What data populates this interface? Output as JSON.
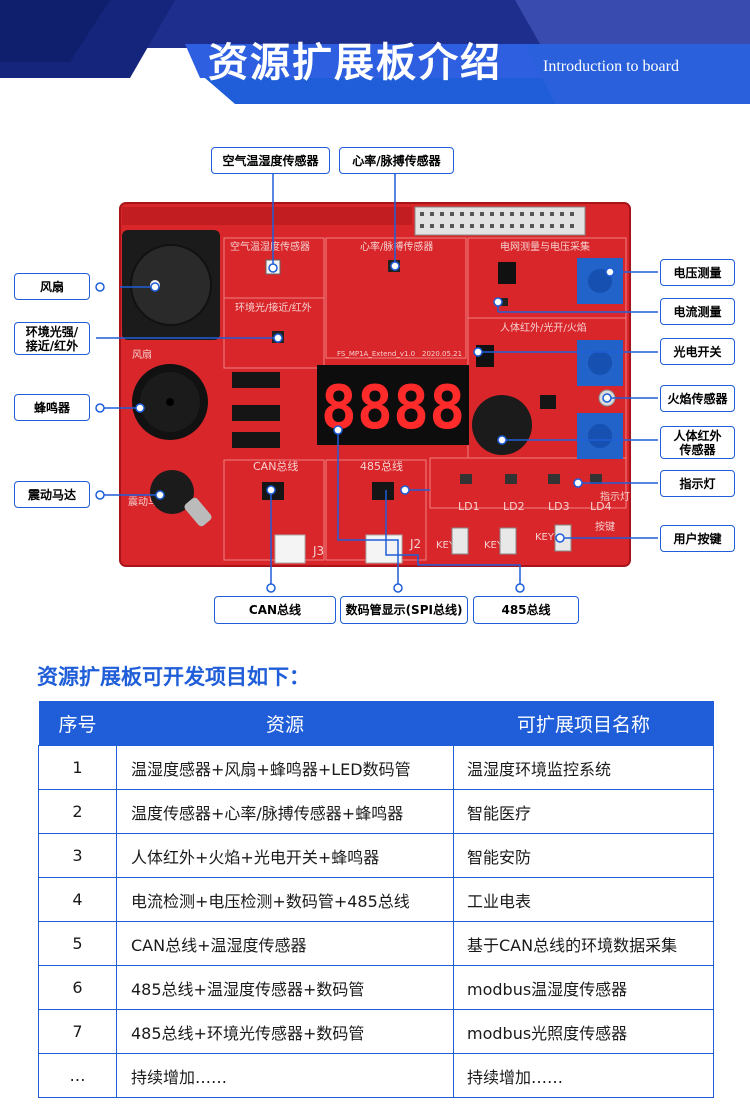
{
  "banner": {
    "title": "资源扩展板介绍",
    "subtitle": "Introduction to board"
  },
  "board": {
    "silk_temp": "空气温湿度传感器",
    "silk_heart": "心率/脉搏传感器",
    "silk_power": "电网测量与电压采集",
    "silk_light": "环境光/接近/红外",
    "silk_pir": "人体红外/光开/火焰",
    "silk_can": "CAN总线",
    "silk_485": "485总线",
    "silk_version": "FS_MP1A_Extend_v1.0",
    "silk_date": "2020.05.21",
    "silk_led1": "LD1",
    "silk_led2": "LD2",
    "silk_led3": "LD3",
    "silk_led4": "LD4",
    "silk_key1": "KEY1",
    "silk_key2": "KEY2",
    "silk_key3": "KEY3",
    "silk_j2": "J2",
    "silk_j3": "J3",
    "silk_fan": "风扇",
    "silk_motor": "震动马达",
    "silk_button": "按键",
    "silk_indicator": "指示灯",
    "seg_display": "8888"
  },
  "callouts": {
    "temp_sensor": "空气温湿度传感器",
    "heart_sensor": "心率/脉搏传感器",
    "fan": "风扇",
    "light_sensor": "环境光强/接近/红外",
    "buzzer": "蜂鸣器",
    "vibration_motor": "震动马达",
    "voltage": "电压测量",
    "current": "电流测量",
    "photo_switch": "光电开关",
    "flame": "火焰传感器",
    "pir": "人体红外传感器",
    "indicator": "指示灯",
    "user_key": "用户按键",
    "can": "CAN总线",
    "seg_spi": "数码管显示(SPI总线)",
    "rs485": "485总线"
  },
  "section": {
    "title": "资源扩展板可开发项目如下："
  },
  "table": {
    "headers": [
      "序号",
      "资源",
      "可扩展项目名称"
    ],
    "rows": [
      [
        "1",
        "温湿度感器+风扇+蜂鸣器+LED数码管",
        "温湿度环境监控系统"
      ],
      [
        "2",
        "温度传感器+心率/脉搏传感器+蜂鸣器",
        "智能医疗"
      ],
      [
        "3",
        "人体红外+火焰+光电开关+蜂鸣器",
        "智能安防"
      ],
      [
        "4",
        "电流检测+电压检测+数码管+485总线",
        "工业电表"
      ],
      [
        "5",
        "CAN总线+温湿度传感器",
        "基于CAN总线的环境数据采集"
      ],
      [
        "6",
        "485总线+温湿度传感器+数码管",
        "modbus温湿度传感器"
      ],
      [
        "7",
        "485总线+环境光传感器+数码管",
        "modbus光照度传感器"
      ],
      [
        "…",
        "持续增加……",
        "持续增加……"
      ]
    ]
  },
  "colors": {
    "accent": "#1f5ed8",
    "banner_dark": "#12227a",
    "pcb_red": "#d8262a",
    "segment_red": "#ff2a2a"
  }
}
